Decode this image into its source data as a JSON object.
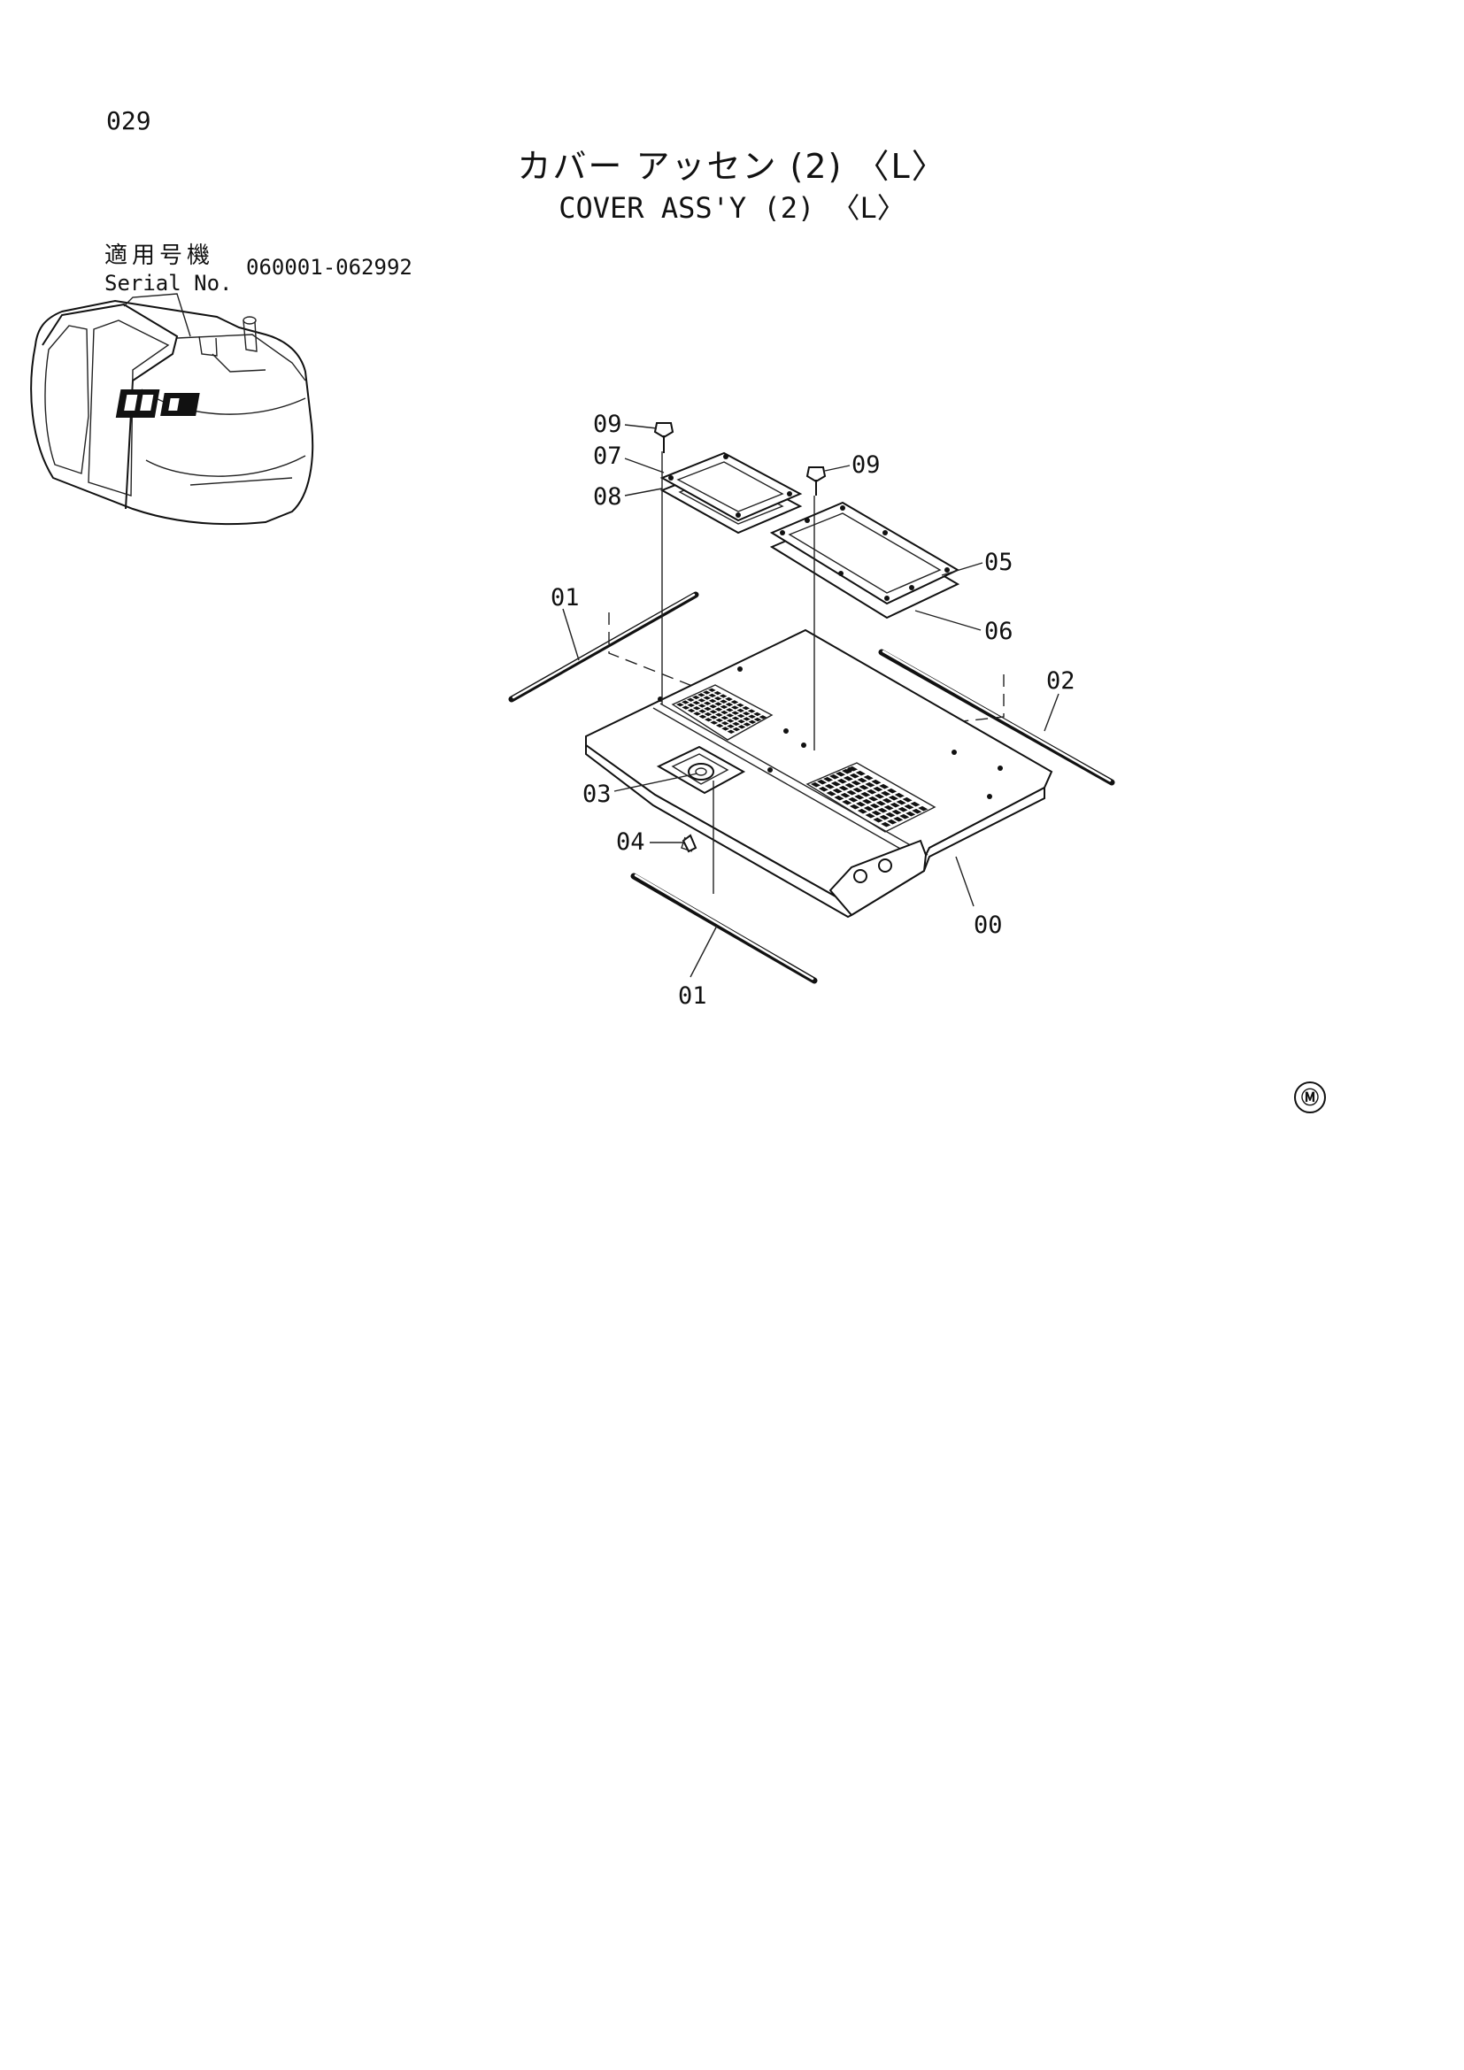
{
  "page_number": "029",
  "title_japanese": "カバー アッセン (2) 〈L〉",
  "title_english": "COVER ASS'Y (2) 〈L〉",
  "serial": {
    "label_japanese": "適用号機",
    "label_english": "Serial No.",
    "range": "060001-062992"
  },
  "callouts": {
    "c00": "00",
    "c01_top": "01",
    "c01_bottom": "01",
    "c02": "02",
    "c03": "03",
    "c04": "04",
    "c05": "05",
    "c06": "06",
    "c07": "07",
    "c08": "08",
    "c09_left": "09",
    "c09_right": "09"
  },
  "mark": "Ⓜ"
}
